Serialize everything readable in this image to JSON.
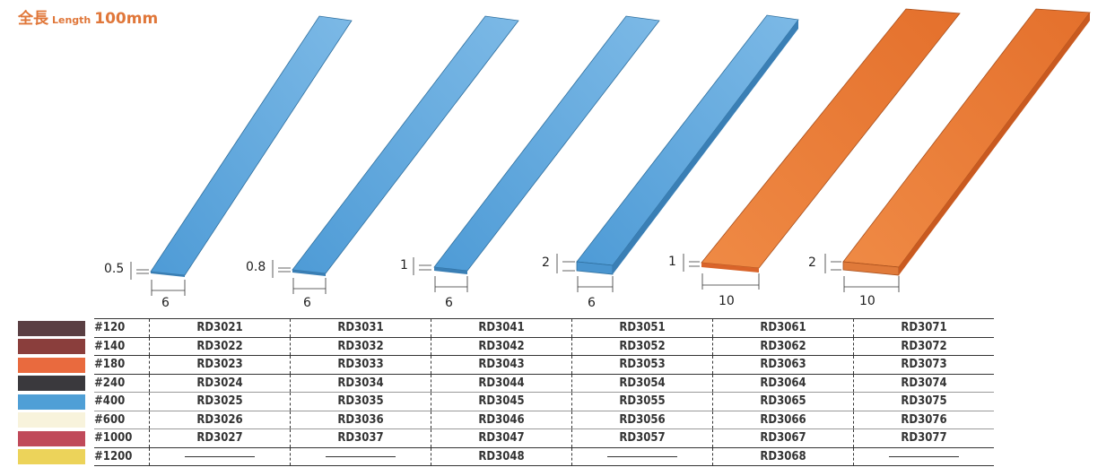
{
  "title": {
    "ja": "全長",
    "en": "Length",
    "value": "100mm"
  },
  "sticks": [
    {
      "thickness": "0.5",
      "width": "6",
      "color": "#5ba3dc"
    },
    {
      "thickness": "0.8",
      "width": "6",
      "color": "#5ba3dc"
    },
    {
      "thickness": "1",
      "width": "6",
      "color": "#5ba3dc"
    },
    {
      "thickness": "2",
      "width": "6",
      "color": "#5ba3dc"
    },
    {
      "thickness": "1",
      "width": "10",
      "color": "#ec7a35"
    },
    {
      "thickness": "2",
      "width": "10",
      "color": "#ec7a35"
    }
  ],
  "rows": [
    {
      "grit": "#120",
      "color": "#5a3f43",
      "codes": [
        "RD3021",
        "RD3031",
        "RD3041",
        "RD3051",
        "RD3061",
        "RD3071"
      ]
    },
    {
      "grit": "#140",
      "color": "#8a3e3c",
      "codes": [
        "RD3022",
        "RD3032",
        "RD3042",
        "RD3052",
        "RD3062",
        "RD3072"
      ]
    },
    {
      "grit": "#180",
      "color": "#e96a3e",
      "codes": [
        "RD3023",
        "RD3033",
        "RD3043",
        "RD3053",
        "RD3063",
        "RD3073"
      ]
    },
    {
      "grit": "#240",
      "color": "#3a393d",
      "codes": [
        "RD3024",
        "RD3034",
        "RD3044",
        "RD3054",
        "RD3064",
        "RD3074"
      ]
    },
    {
      "grit": "#400",
      "color": "#4f9fd6",
      "codes": [
        "RD3025",
        "RD3035",
        "RD3045",
        "RD3055",
        "RD3065",
        "RD3075"
      ]
    },
    {
      "grit": "#600",
      "color": "#f8f3dc",
      "codes": [
        "RD3026",
        "RD3036",
        "RD3046",
        "RD3056",
        "RD3066",
        "RD3076"
      ]
    },
    {
      "grit": "#1000",
      "color": "#c04a5a",
      "codes": [
        "RD3027",
        "RD3037",
        "RD3047",
        "RD3057",
        "RD3067",
        "RD3077"
      ]
    },
    {
      "grit": "#1200",
      "color": "#ecd35a",
      "codes": [
        "—",
        "—",
        "RD3048",
        "—",
        "RD3068",
        "—"
      ]
    }
  ]
}
